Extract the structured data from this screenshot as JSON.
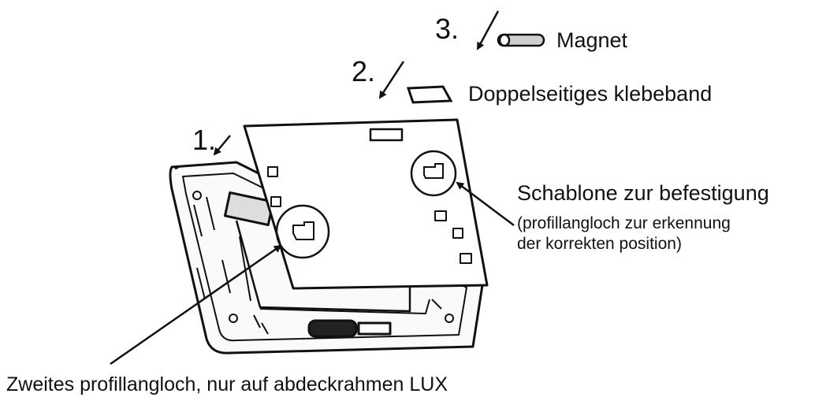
{
  "steps": {
    "s1": "1.",
    "s2": "2.",
    "s3": "3."
  },
  "labels": {
    "magnet": "Magnet",
    "tape": "Doppelseitiges klebeband",
    "template_title": "Schablone zur befestigung",
    "template_note_line1": "(profillangloch zur erkennung",
    "template_note_line2": "der korrekten position)",
    "second_slot": "Zweites profillangloch, nur auf abdeckrahmen LUX"
  },
  "colors": {
    "ink": "#111111",
    "paper": "#ffffff"
  }
}
